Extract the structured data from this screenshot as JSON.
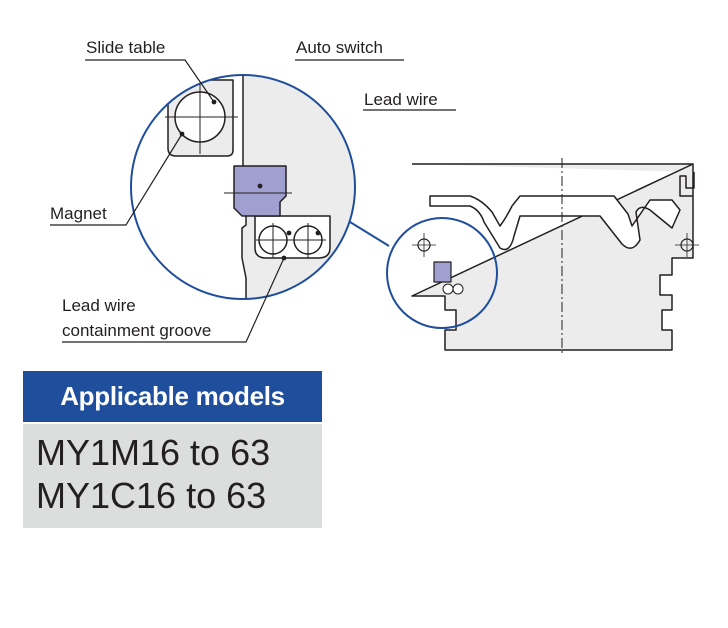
{
  "callouts": {
    "slide_table": "Slide table",
    "auto_switch": "Auto switch",
    "lead_wire": "Lead wire",
    "magnet": "Magnet",
    "groove_line1": "Lead wire",
    "groove_line2": "containment groove"
  },
  "models": {
    "header": "Applicable models",
    "items": [
      "MY1M16 to 63",
      "MY1C16 to 63"
    ]
  },
  "colors": {
    "accent_blue": "#1e4e9c",
    "switch_fill": "#9fa0d0",
    "body_gray": "#ececec",
    "panel_gray": "#dcdddd",
    "line": "#231f20"
  }
}
